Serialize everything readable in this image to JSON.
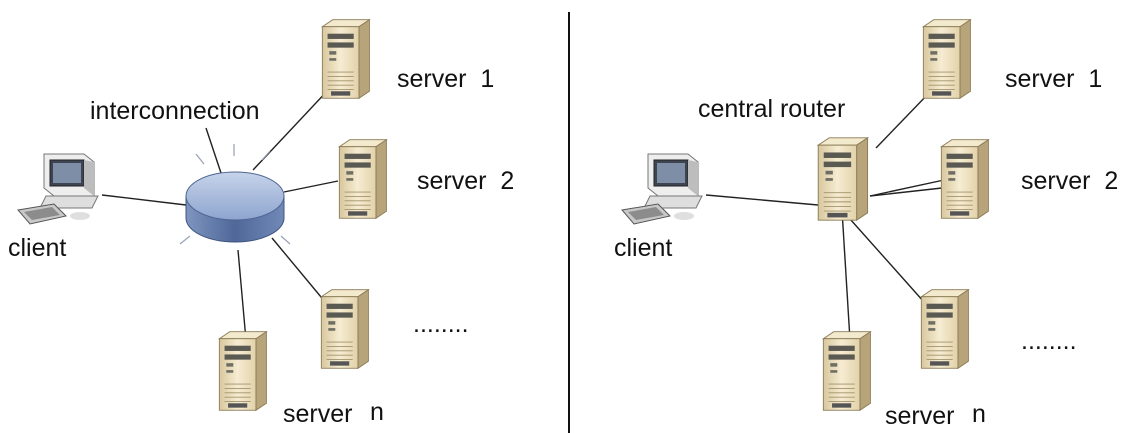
{
  "left_panel": {
    "hub_label": "interconnection",
    "client_label": "client",
    "server1_label": "server  1",
    "server2_label": "server  2",
    "servern_label": "server",
    "servern_suffix": "n",
    "ellipsis": "........"
  },
  "right_panel": {
    "router_label": "central router",
    "client_label": "client",
    "server1_label": "server  1",
    "server2_label": "server  2",
    "servern_label": "server",
    "servern_suffix": "n",
    "ellipsis": "........"
  },
  "icons": {
    "client": "client-computer-icon",
    "server": "server-tower-icon",
    "hub": "interconnection-hub-icon"
  },
  "colors": {
    "server_body": "#efe3c4",
    "server_side": "#bba77c",
    "hub_top": "#9fb4d6",
    "hub_side": "#5d76a3",
    "line": "#222222"
  }
}
